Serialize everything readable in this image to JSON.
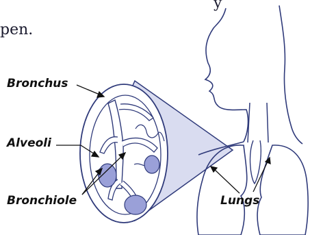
{
  "top_text": {
    "line1_fragment": "y",
    "line2_fragment": "pen."
  },
  "labels": {
    "bronchus": "Bronchus",
    "alveoli": "Alveoli",
    "bronchiole": "Bronchiole",
    "lungs": "Lungs"
  },
  "colors": {
    "line": "#2f3a7a",
    "lens_fill": "#d9dcf0",
    "alveoli_fill": "#9aa0d8"
  }
}
